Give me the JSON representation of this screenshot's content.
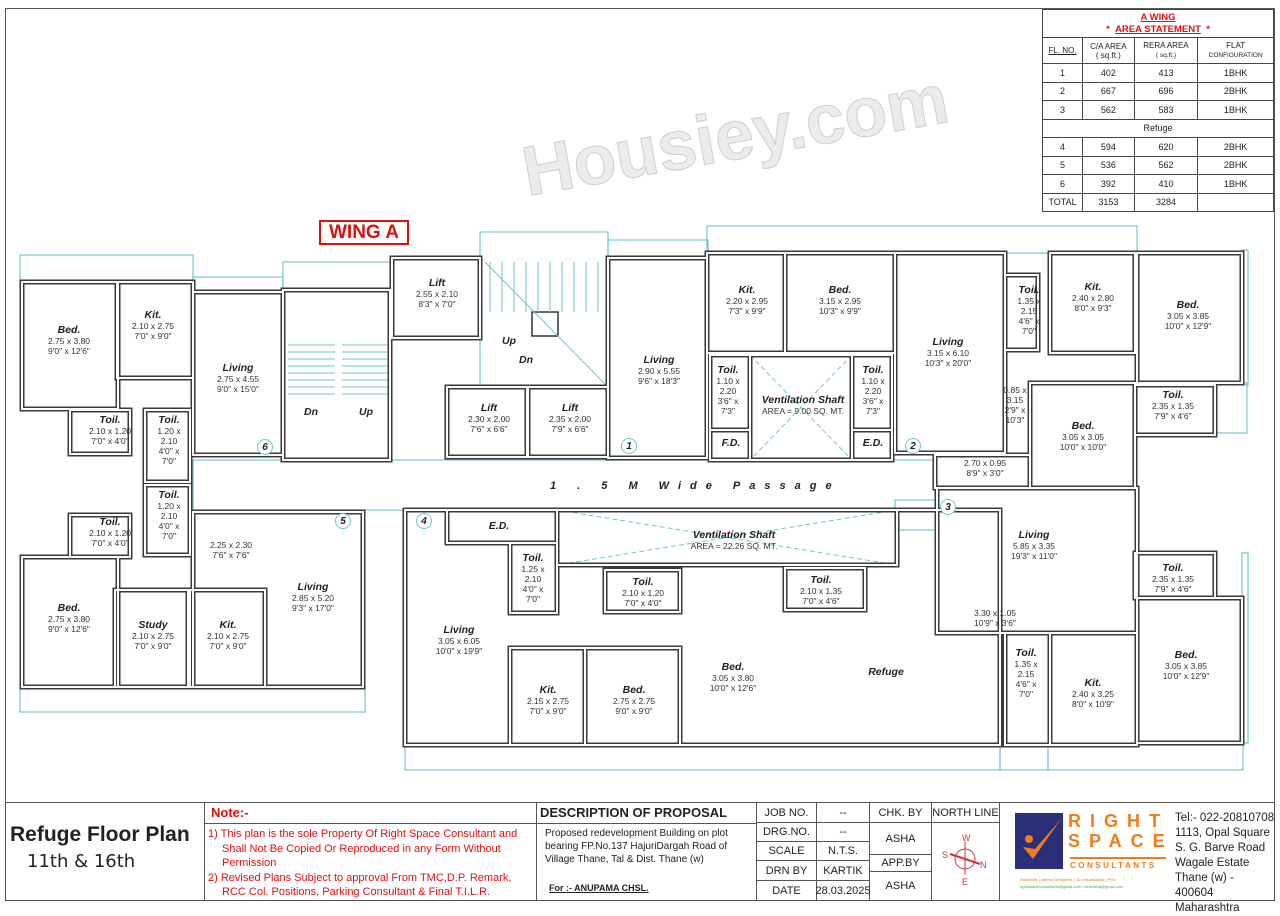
{
  "wing_label": "WING A",
  "passage_label": "1 . 5 M  Wide  Passage",
  "watermark": "Housiey.com",
  "flat_numbers": [
    "1",
    "2",
    "3",
    "4",
    "5",
    "6"
  ],
  "stair_labels": [
    "Up",
    "Dn",
    "Dn",
    "Up"
  ],
  "rooms": [
    {
      "name": "Bed.",
      "dims": [
        "2.75 x 3.80",
        "9'0\" x 12'6\""
      ]
    },
    {
      "name": "Kit.",
      "dims": [
        "2.10 x 2.75",
        "7'0\" x 9'0\""
      ]
    },
    {
      "name": "Living",
      "dims": [
        "2.75 x 4.55",
        "9'0\" x 15'0\""
      ]
    },
    {
      "name": "Toil.",
      "dims": [
        "2.10 x 1.20",
        "7'0\" x 4'0\""
      ]
    },
    {
      "name": "Toil.",
      "dims": [
        "1.20 x",
        "2.10",
        "4'0\" x",
        "7'0\""
      ]
    },
    {
      "name": "Toil.",
      "dims": [
        "1.20 x",
        "2.10",
        "4'0\" x",
        "7'0\""
      ]
    },
    {
      "name": "Toil.",
      "dims": [
        "2.10 x 1.20",
        "7'0\" x 4'0\""
      ]
    },
    {
      "name": "",
      "dims": [
        "2.25 x 2.30",
        "7'6\" x 7'6\""
      ]
    },
    {
      "name": "Living",
      "dims": [
        "2.85 x 5.20",
        "9'3\" x 17'0\""
      ]
    },
    {
      "name": "Bed.",
      "dims": [
        "2.75 x 3.80",
        "9'0\" x 12'6\""
      ]
    },
    {
      "name": "Study",
      "dims": [
        "2.10 x 2.75",
        "7'0\" x 9'0\""
      ]
    },
    {
      "name": "Kit.",
      "dims": [
        "2.10 x 2.75",
        "7'0\" x 9'0\""
      ]
    },
    {
      "name": "Lift",
      "dims": [
        "2.55 x 2.10",
        "8'3\" x 7'0\""
      ]
    },
    {
      "name": "Lift",
      "dims": [
        "2.30 x 2.00",
        "7'6\" x 6'6\""
      ]
    },
    {
      "name": "Lift",
      "dims": [
        "2.35 x 2.00",
        "7'9\" x 6'6\""
      ]
    },
    {
      "name": "Living",
      "dims": [
        "2.90 x 5.55",
        "9'6\" x 18'3\""
      ]
    },
    {
      "name": "Kit.",
      "dims": [
        "2.20 x 2.95",
        "7'3\" x 9'9\""
      ]
    },
    {
      "name": "Bed.",
      "dims": [
        "3.15 x 2.95",
        "10'3\" x 9'9\""
      ]
    },
    {
      "name": "Toil.",
      "dims": [
        "1.10 x",
        "2.20",
        "3'6\" x",
        "7'3\""
      ]
    },
    {
      "name": "Ventilation Shaft",
      "dims": [
        "AREA = 9.00 SQ. MT."
      ]
    },
    {
      "name": "Toil.",
      "dims": [
        "1.10 x",
        "2.20",
        "3'6\" x",
        "7'3\""
      ]
    },
    {
      "name": "F.D.",
      "dims": []
    },
    {
      "name": "E.D.",
      "dims": []
    },
    {
      "name": "Living",
      "dims": [
        "3.15 x 6.10",
        "10'3\" x 20'0\""
      ]
    },
    {
      "name": "Toil.",
      "dims": [
        "1.35 x",
        "2.15",
        "4'6\" x",
        "7'0\""
      ]
    },
    {
      "name": "Kit.",
      "dims": [
        "2.40 x 2.80",
        "8'0\" x 9'3\""
      ]
    },
    {
      "name": "Bed.",
      "dims": [
        "3.05 x 3.85",
        "10'0\" x 12'9\""
      ]
    },
    {
      "name": "",
      "dims": [
        "0.85 x",
        "3.15",
        "2'9\" x",
        "10'3\""
      ]
    },
    {
      "name": "Bed.",
      "dims": [
        "3.05 x 3.05",
        "10'0\" x 10'0\""
      ]
    },
    {
      "name": "Toil.",
      "dims": [
        "2.35 x 1.35",
        "7'9\" x 4'6\""
      ]
    },
    {
      "name": "",
      "dims": [
        "2.70 x 0.95",
        "8'9\" x 3'0\""
      ]
    },
    {
      "name": "Living",
      "dims": [
        "5.85 x 3.35",
        "19'3\" x 11'0\""
      ]
    },
    {
      "name": "Toil.",
      "dims": [
        "2.35 x 1.35",
        "7'9\" x 4'6\""
      ]
    },
    {
      "name": "",
      "dims": [
        "3.30 x 1.05",
        "10'9\" x 3'6\""
      ]
    },
    {
      "name": "Toil.",
      "dims": [
        "1.35 x",
        "2.15",
        "4'6\" x",
        "7'0\""
      ]
    },
    {
      "name": "Kit.",
      "dims": [
        "2.40 x 3.25",
        "8'0\" x 10'9\""
      ]
    },
    {
      "name": "Bed.",
      "dims": [
        "3.05 x 3.85",
        "10'0\" x 12'9\""
      ]
    },
    {
      "name": "E.D.",
      "dims": []
    },
    {
      "name": "Toil.",
      "dims": [
        "1.25 x",
        "2.10",
        "4'0\" x",
        "7'0\""
      ]
    },
    {
      "name": "Ventilation Shaft",
      "dims": [
        "AREA = 22.26 SQ. MT."
      ]
    },
    {
      "name": "Toil.",
      "dims": [
        "2.10 x 1.20",
        "7'0\" x 4'0\""
      ]
    },
    {
      "name": "Toil.",
      "dims": [
        "2.10 x 1.35",
        "7'0\" x 4'6\""
      ]
    },
    {
      "name": "Living",
      "dims": [
        "3.05 x 6.05",
        "10'0\" x 19'9\""
      ]
    },
    {
      "name": "Kit.",
      "dims": [
        "2.15 x 2.75",
        "7'0\" x 9'0\""
      ]
    },
    {
      "name": "Bed.",
      "dims": [
        "2.75 x 2.75",
        "9'0\" x 9'0\""
      ]
    },
    {
      "name": "Bed.",
      "dims": [
        "3.05 x 3.80",
        "10'0\" x 12'6\""
      ]
    },
    {
      "name": "Refuge",
      "dims": []
    }
  ],
  "area_statement": {
    "title1": "A WING",
    "title2": "AREA STATEMENT",
    "star": "*",
    "headers": {
      "fl": "FL. NO.",
      "ca": "C/A AREA",
      "ca_unit": "( sq.ft.)",
      "rera": "RERA AREA",
      "rera_unit": "( sq.ft.)",
      "flat": "FLAT",
      "flat2": "CONFIGURATION"
    },
    "rows": [
      [
        "1",
        "402",
        "413",
        "1BHK"
      ],
      [
        "2",
        "667",
        "696",
        "2BHK"
      ],
      [
        "3",
        "562",
        "583",
        "1BHK"
      ],
      [
        "4",
        "594",
        "620",
        "2BHK"
      ],
      [
        "5",
        "536",
        "562",
        "2BHK"
      ],
      [
        "6",
        "392",
        "410",
        "1BHK"
      ]
    ],
    "refuge_label": "Refuge",
    "total": [
      "TOTAL",
      "3153",
      "3284",
      ""
    ]
  },
  "title_block": {
    "title": "Refuge Floor Plan",
    "floors": "11th & 16th",
    "note_heading": "Note:-",
    "notes": [
      "1) This plan is the sole Property Of Right Space Consultant and Shall Not Be Copied Or Reproduced in any Form Without Permission",
      "2) Revised Plans Subject to approval From TMC,D.P. Remark, RCC Col. Positions, Parking Consultant & Final T.I.L.R."
    ],
    "desc_heading": "DESCRIPTION OF PROPOSAL",
    "description": "Proposed redevelopment Building on plot bearing FP.No.137 HajuriDargah Road of Village Thane, Tal & Dist. Thane (w)",
    "for": "For :- ANUPAMA CHSL.",
    "job_no_label": "JOB NO.",
    "job_no": "--",
    "drg_no_label": "DRG.NO.",
    "drg_no": "--",
    "scale_label": "SCALE",
    "scale": "N.T.S.",
    "drn_by_label": "DRN BY",
    "drn_by": "KARTIK",
    "date_label": "DATE",
    "date": "28.03.2025",
    "chk_by_label": "CHK. BY",
    "chk_by": "ASHA",
    "app_by_label": "APP.BY",
    "app_by": "ASHA",
    "north_label": "NORTH LINE",
    "compass": {
      "n": "N",
      "s": "S",
      "e": "E",
      "w": "W"
    },
    "logo": {
      "line1": "RIGHT",
      "line2": "SPACE",
      "line3": "CONSULTANTS",
      "tagline": "Architects | Interior Designers | 3D Visualization | PMC",
      "email": "rightspaceconsultants@gmail.com / dereasha@gmail.com",
      "orange": "#f07c1a",
      "navy": "#2b2f7a"
    },
    "address": [
      "Tel:- 022-20810708",
      "1113, Opal  Square",
      "S. G.  Barve Road",
      "Wagale Estate",
      "Thane (w) - 400604",
      "Maharashtra"
    ]
  },
  "colors": {
    "wall": "#3a3a3a",
    "cyan": "#72c7cb",
    "red": "#d11111"
  }
}
